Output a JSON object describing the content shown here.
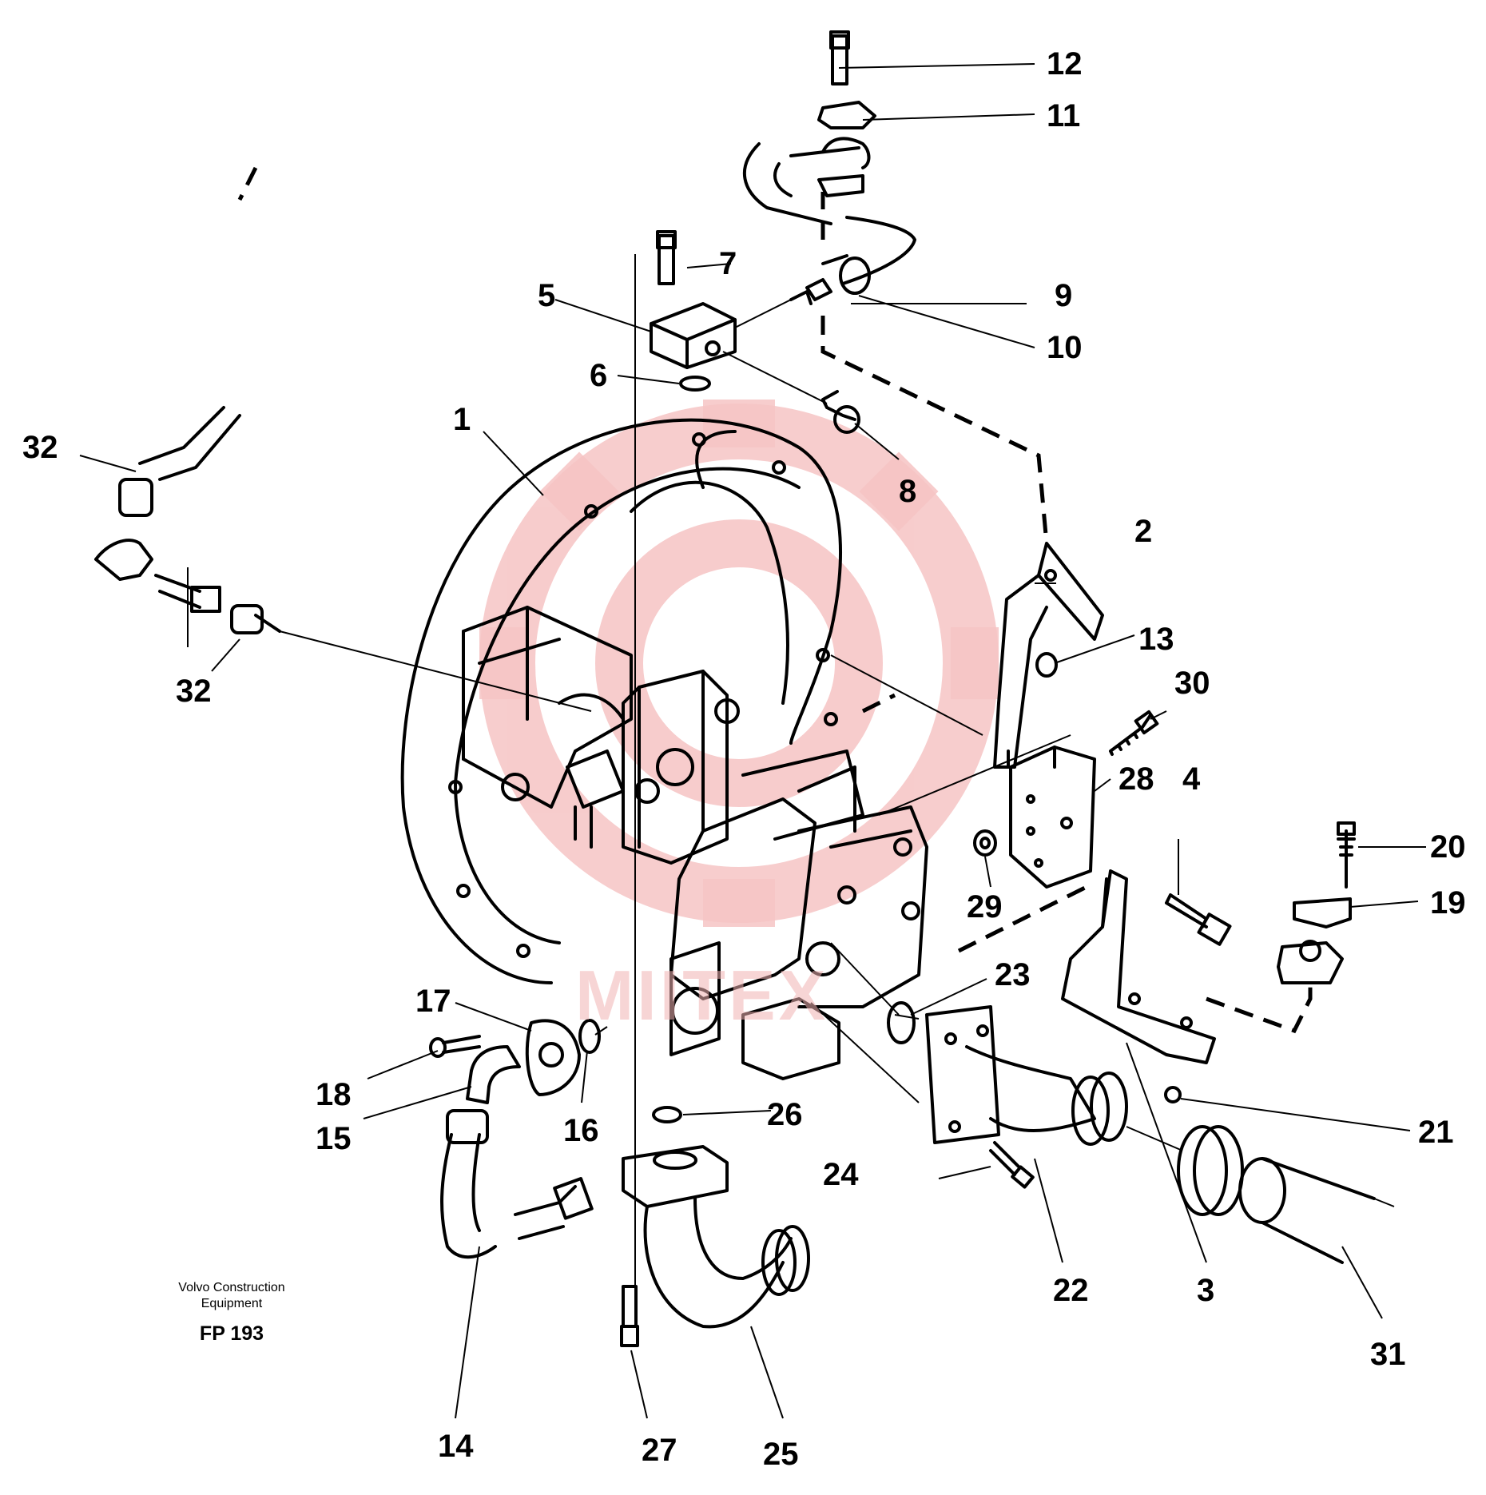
{
  "footer": {
    "company_line1": "Volvo Construction",
    "company_line2": "Equipment",
    "figure_code": "FP 193"
  },
  "watermark": {
    "text": "MIITEX",
    "color": "#f4b8b8"
  },
  "callouts": {
    "p1": "1",
    "p2": "2",
    "p3": "3",
    "p4": "4",
    "p5": "5",
    "p6": "6",
    "p7": "7",
    "p8": "8",
    "p9": "9",
    "p10": "10",
    "p11": "11",
    "p12": "12",
    "p13": "13",
    "p14": "14",
    "p15": "15",
    "p16": "16",
    "p17": "17",
    "p18": "18",
    "p19": "19",
    "p20": "20",
    "p21": "21",
    "p22": "22",
    "p23": "23",
    "p24": "24",
    "p25": "25",
    "p26": "26",
    "p27": "27",
    "p28": "28",
    "p29": "29",
    "p30": "30",
    "p31": "31",
    "p32a": "32",
    "p32b": "32"
  }
}
